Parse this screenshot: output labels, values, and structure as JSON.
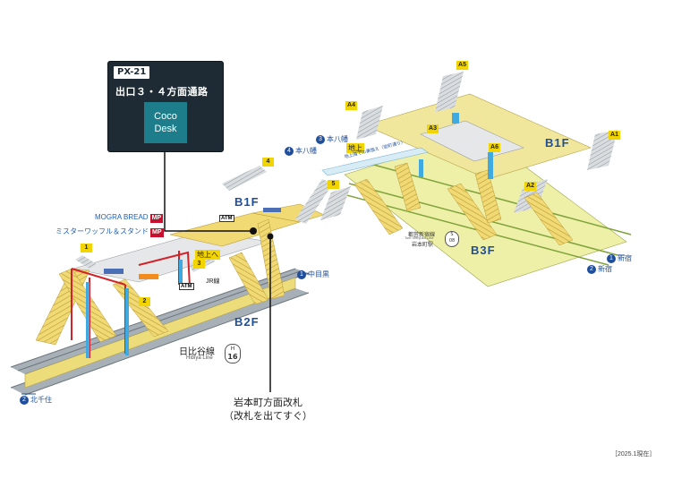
{
  "callout": {
    "code": "PX-21",
    "title": "出口３・４方面通路",
    "logo_line1": "Coco",
    "logo_line2": "Desk"
  },
  "floors": {
    "left_b1": "B1F",
    "left_b2": "B2F",
    "right_b1": "B1F",
    "right_b3": "B3F"
  },
  "directions": {
    "nakameguro": {
      "num": "1",
      "text": "中目黒"
    },
    "kitasenju": {
      "num": "2",
      "text": "北千住"
    },
    "motoyawata_3": {
      "num": "3",
      "text": "本八幡"
    },
    "motoyawata_4": {
      "num": "4",
      "text": "本八幡"
    },
    "shinjuku_1": {
      "num": "1",
      "text": "新宿"
    },
    "shinjuku_2": {
      "num": "2",
      "text": "新宿"
    }
  },
  "lines": {
    "hibiya_jp": "日比谷線",
    "hibiya_en": "Hibiya Line",
    "hibiya_letter": "H",
    "hibiya_number": "16",
    "shinjuku_line": "都営新宿線",
    "shinjuku_line_en": "Toei Shinjuku Line",
    "iwamotocho_station": "岩本町駅",
    "shinjuku_letter": "S",
    "shinjuku_number": "08"
  },
  "shops": {
    "mogra": "MOGRA BREAD",
    "waffle": "ミスターワッフル＆スタンド",
    "mp_badge": "MP"
  },
  "left_labels": {
    "to_ground": "地上へ",
    "jr_line": "JR線",
    "atm_1": "ATM",
    "atm_2": "ATM"
  },
  "right_labels": {
    "ground": "地上",
    "passage": "地上階での乗換え（岩町通り）"
  },
  "exits": {
    "left": [
      "1",
      "2",
      "3",
      "4",
      "5"
    ],
    "right": [
      "A1",
      "A2",
      "A3",
      "A4",
      "A5",
      "A6"
    ]
  },
  "gate": {
    "line1": "岩本町方面改札",
    "line2": "（改札を出てすぐ）"
  },
  "as_of": "［2025.1現在］",
  "colors": {
    "platform": "#ecdc7a",
    "stairs": "#e8c957",
    "track": "#8f9aa3",
    "accent_blue": "#1f4e9a",
    "red_structure": "#d2232a",
    "station_blue": "#3fa9e0"
  }
}
